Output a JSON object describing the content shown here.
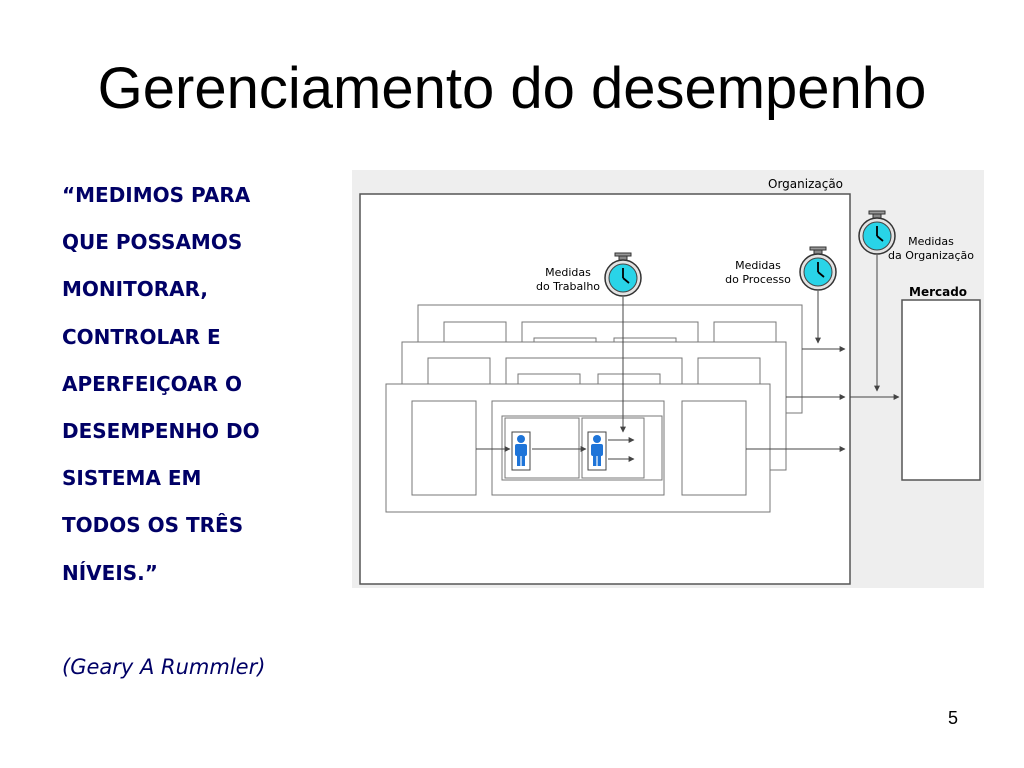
{
  "slide": {
    "title": "Gerenciamento do desempenho",
    "quote_lines": [
      "“MEDIMOS PARA",
      "QUE  POSSAMOS",
      "MONITORAR,",
      "CONTROLAR E",
      "APERFEIÇOAR O",
      "DESEMPENHO DO",
      "SISTEMA EM",
      "TODOS OS TRÊS",
      "NÍVEIS.”"
    ],
    "author": "(Geary A Rummler)",
    "page_number": "5"
  },
  "diagram": {
    "organization_label": "Organização",
    "market_label": "Mercado",
    "measures": {
      "job": [
        "Medidas",
        "do Trabalho"
      ],
      "process": [
        "Medidas",
        "do Processo"
      ],
      "organization": [
        "Medidas",
        "da Organização"
      ]
    },
    "colors": {
      "quote_text": "#000066",
      "clock_face": "#29d4e8",
      "person": "#1e74d8",
      "panel_background": "#eeeeee"
    }
  }
}
